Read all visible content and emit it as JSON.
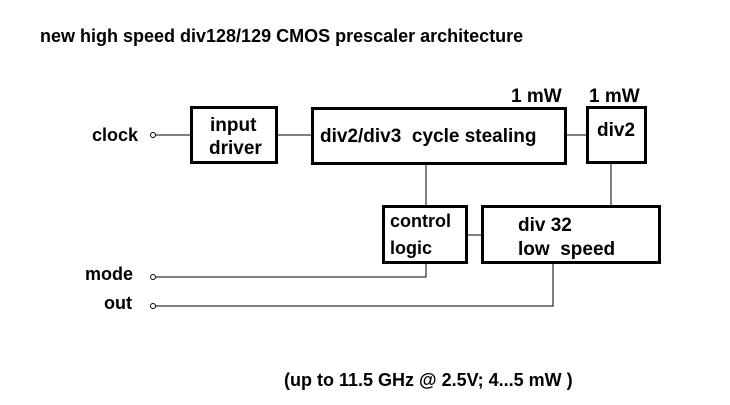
{
  "title": "new high speed div128/129 CMOS prescaler architecture",
  "blocks": {
    "input_driver": {
      "line1": "input",
      "line2": "driver"
    },
    "cycle_stealing": {
      "label": "div2/div3  cycle stealing",
      "power": "1 mW"
    },
    "div2": {
      "label": "div2",
      "power": "1 mW"
    },
    "control_logic": {
      "line1": "control",
      "line2": "logic"
    },
    "div32": {
      "line1": "div 32",
      "line2": "low  speed"
    }
  },
  "ports": {
    "clock": "clock",
    "mode": "mode",
    "out": "out"
  },
  "footnote": "(up to 11.5 GHz @ 2.5V; 4...5 mW )"
}
